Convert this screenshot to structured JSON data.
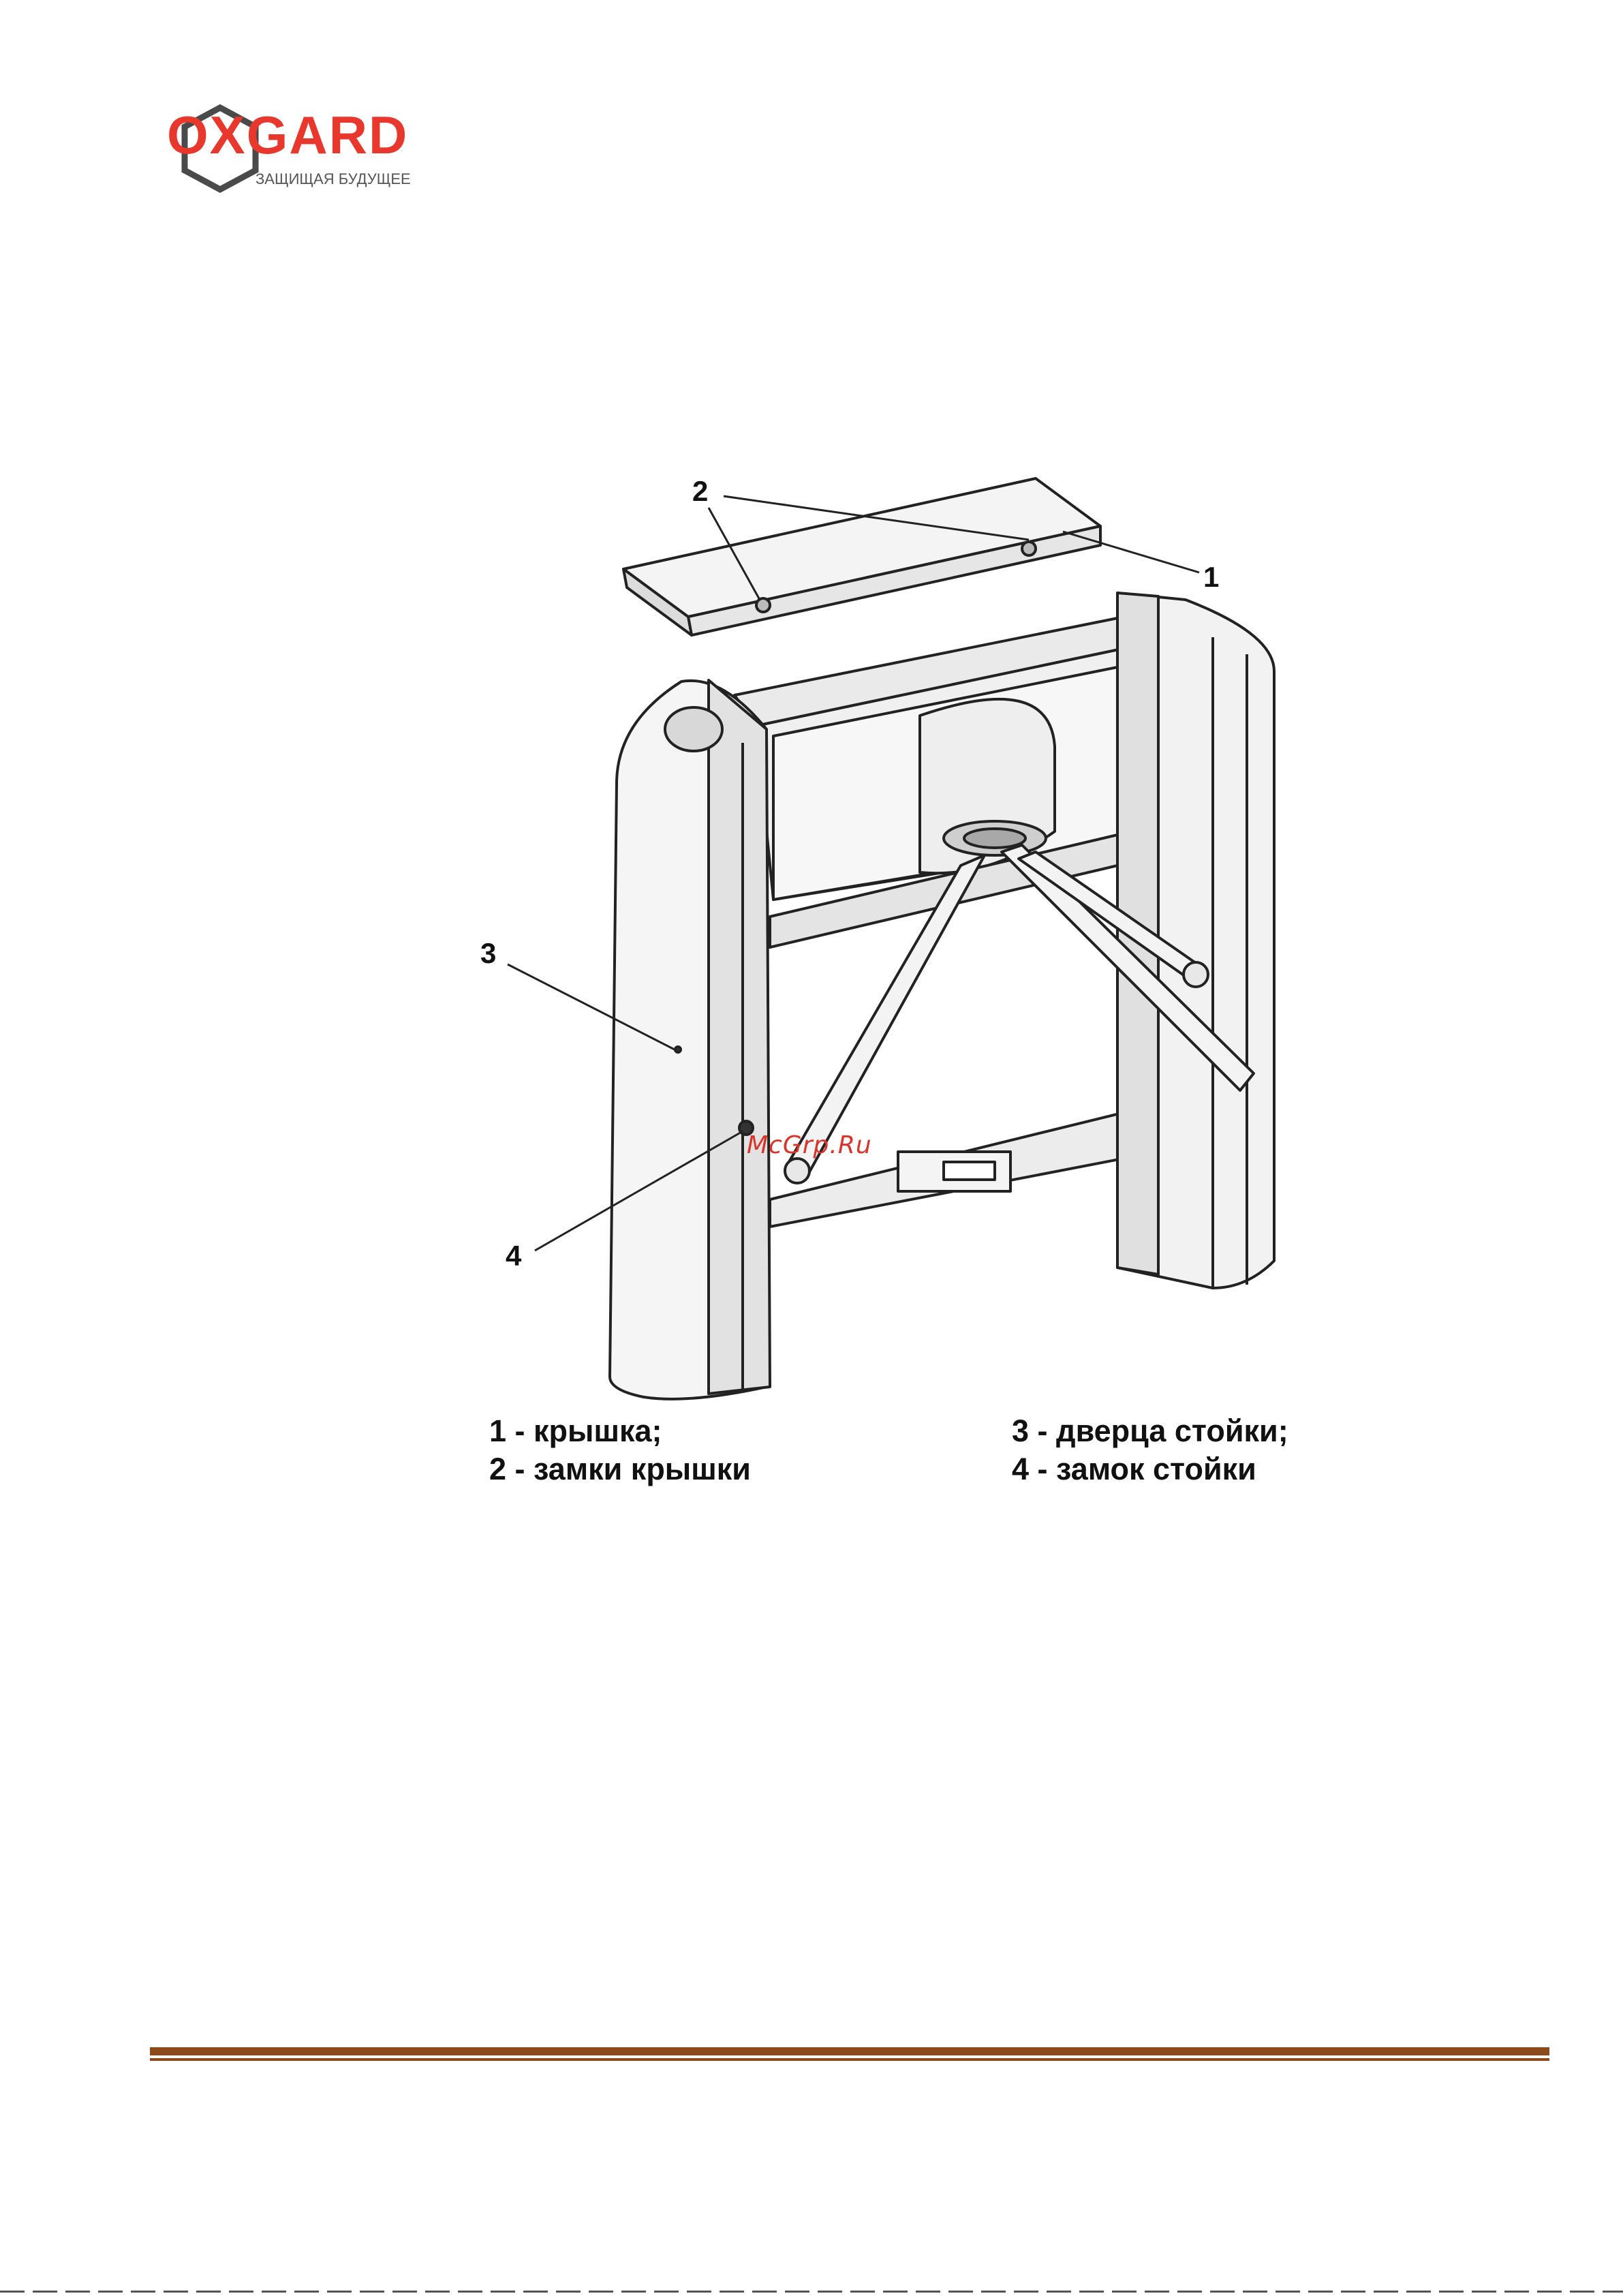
{
  "logo": {
    "brand": "OXGARD",
    "tagline": "ЗАЩИЩАЯ БУДУЩЕЕ",
    "brand_color": "#e8372c",
    "shield_color": "#4a4a4a"
  },
  "figure": {
    "callouts": [
      "1",
      "2",
      "3",
      "4"
    ],
    "watermark": "McGrp.Ru",
    "legend": {
      "left": [
        "1 - крышка;",
        "2 - замки крышки"
      ],
      "right": [
        "3 - дверца стойки;",
        "4 - замок стойки"
      ]
    }
  },
  "footer": {
    "rule_color": "#8a4a1c"
  }
}
